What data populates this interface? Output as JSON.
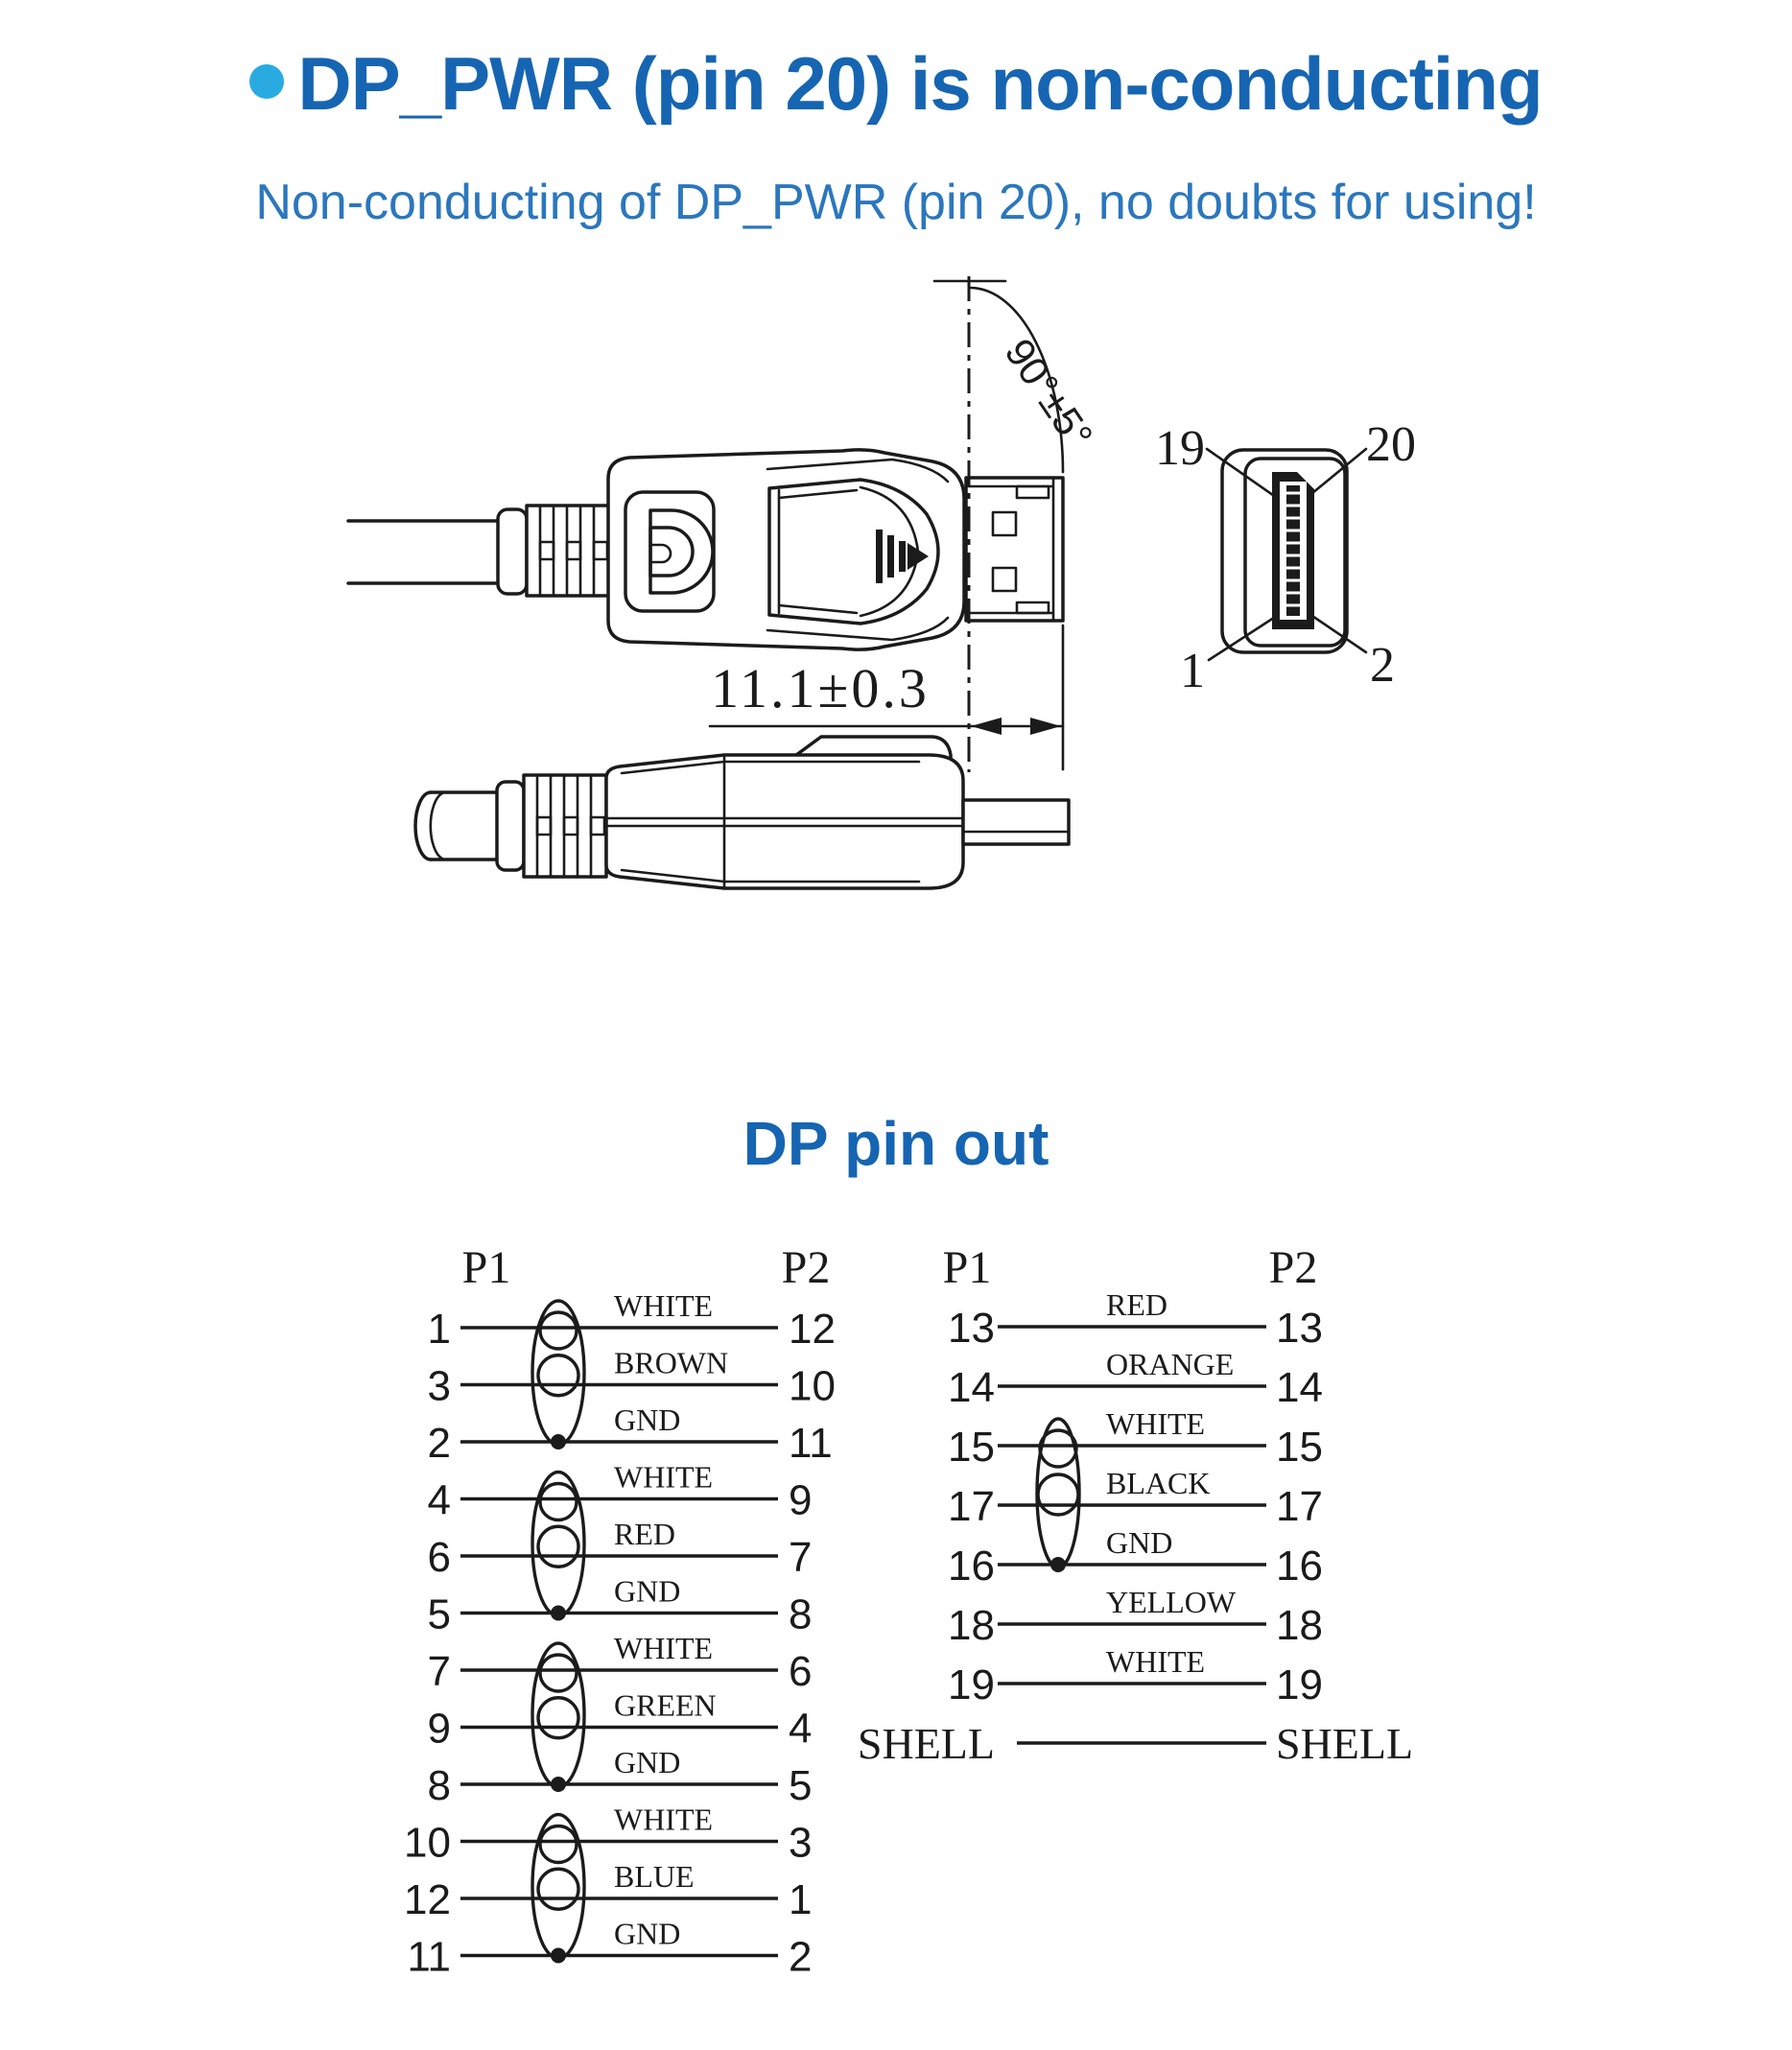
{
  "header": {
    "title": "DP_PWR (pin 20) is non-conducting",
    "subtitle": "Non-conducting of DP_PWR (pin 20), no doubts for using!"
  },
  "drawing": {
    "angle_dim": "90°±5°",
    "length_dim": "11.1±0.3",
    "face_pin_top_left": "19",
    "face_pin_top_right": "20",
    "face_pin_bottom_left": "1",
    "face_pin_bottom_right": "2"
  },
  "pinout": {
    "title": "DP pin out",
    "left": {
      "p1_header": "P1",
      "p2_header": "P2",
      "rows": [
        {
          "p1": "1",
          "color": "WHITE",
          "p2": "12"
        },
        {
          "p1": "3",
          "color": "BROWN",
          "p2": "10"
        },
        {
          "p1": "2",
          "color": "GND",
          "p2": "11"
        },
        {
          "p1": "4",
          "color": "WHITE",
          "p2": "9"
        },
        {
          "p1": "6",
          "color": "RED",
          "p2": "7"
        },
        {
          "p1": "5",
          "color": "GND",
          "p2": "8"
        },
        {
          "p1": "7",
          "color": "WHITE",
          "p2": "6"
        },
        {
          "p1": "9",
          "color": "GREEN",
          "p2": "4"
        },
        {
          "p1": "8",
          "color": "GND",
          "p2": "5"
        },
        {
          "p1": "10",
          "color": "WHITE",
          "p2": "3"
        },
        {
          "p1": "12",
          "color": "BLUE",
          "p2": "1"
        },
        {
          "p1": "11",
          "color": "GND",
          "p2": "2"
        }
      ],
      "groups": [
        [
          0,
          1,
          2
        ],
        [
          3,
          4,
          5
        ],
        [
          6,
          7,
          8
        ],
        [
          9,
          10,
          11
        ]
      ]
    },
    "right": {
      "p1_header": "P1",
      "p2_header": "P2",
      "rows": [
        {
          "p1": "13",
          "color": "RED",
          "p2": "13"
        },
        {
          "p1": "14",
          "color": "ORANGE",
          "p2": "14"
        },
        {
          "p1": "15",
          "color": "WHITE",
          "p2": "15"
        },
        {
          "p1": "17",
          "color": "BLACK",
          "p2": "17"
        },
        {
          "p1": "16",
          "color": "GND",
          "p2": "16"
        },
        {
          "p1": "18",
          "color": "YELLOW",
          "p2": "18"
        },
        {
          "p1": "19",
          "color": "WHITE",
          "p2": "19"
        },
        {
          "p1": "SHELL",
          "color": "",
          "p2": "SHELL"
        }
      ],
      "groups": [
        [
          2,
          3,
          4
        ]
      ]
    }
  },
  "colors": {
    "title_blue": "#1665b2",
    "subtitle_blue": "#2b77bd",
    "bullet_blue": "#29abe2",
    "ink": "#1b1b1b"
  }
}
